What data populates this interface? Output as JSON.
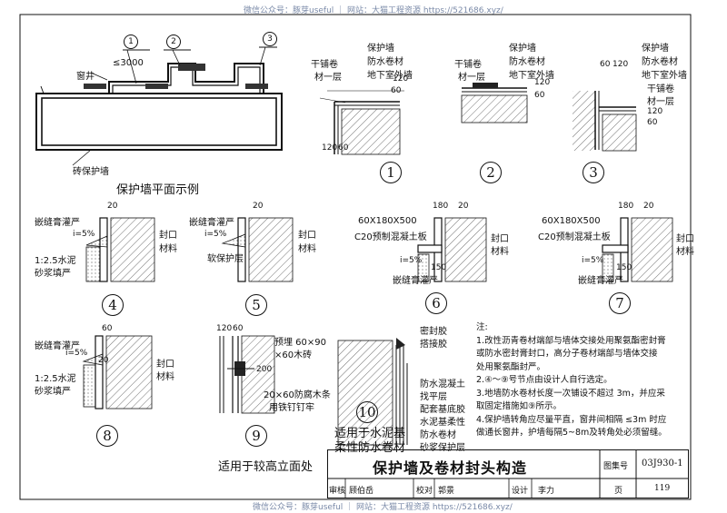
{
  "watermark_top": "微信公众号：豚芽useful ｜ 网站：大猫工程资源 https://521686.xyz/",
  "watermark_bottom": "微信公众号：豚芽useful ｜ 网站：大猫工程资源 https://521686.xyz/",
  "plan": {
    "caption": "保护墙平面示例",
    "window_well": "窗井",
    "dimension": "≤3000",
    "wall_label": "砖保护墙",
    "markers": [
      "1",
      "2",
      "3"
    ]
  },
  "details": {
    "d1": {
      "num": "1",
      "labels": [
        "保护墙",
        "防水卷材",
        "地下室外墙",
        "干铺卷",
        "材一层"
      ],
      "dims": [
        "60",
        "120",
        "120",
        "60"
      ]
    },
    "d2": {
      "num": "2",
      "labels": [
        "保护墙",
        "防水卷材",
        "地下室外墙",
        "干铺卷",
        "材一层"
      ],
      "dims": [
        "120",
        "60"
      ]
    },
    "d3": {
      "num": "3",
      "labels": [
        "保护墙",
        "防水卷材",
        "地下室外墙",
        "干铺卷",
        "材一层"
      ],
      "dims": [
        "60",
        "120",
        "120",
        "60"
      ]
    },
    "d4": {
      "num": "4",
      "labels": [
        "嵌缝膏灌严",
        "封口",
        "材料",
        "1:2.5水泥",
        "砂浆填严"
      ],
      "slope": "i=5%",
      "dims": [
        "20"
      ]
    },
    "d5": {
      "num": "5",
      "labels": [
        "嵌缝膏灌严",
        "封口",
        "材料",
        "软保护层"
      ],
      "slope": "i=5%",
      "dims": [
        "20"
      ]
    },
    "d6": {
      "num": "6",
      "labels": [
        "60X180X500",
        "C20预制混凝土板",
        "封口",
        "材料",
        "嵌缝膏灌严"
      ],
      "slope": "i=5%",
      "dims": [
        "180",
        "20",
        "150"
      ]
    },
    "d7": {
      "num": "7",
      "labels": [
        "60X180X500",
        "C20预制混凝土板",
        "封口",
        "材料",
        "嵌缝膏灌严"
      ],
      "slope": "i=5%",
      "dims": [
        "180",
        "20",
        "150"
      ]
    },
    "d8": {
      "num": "8",
      "labels": [
        "嵌缝膏灌严",
        "封口",
        "材料",
        "1:2.5水泥",
        "砂浆填严"
      ],
      "slope": "i=5%",
      "dims": [
        "60",
        "20"
      ]
    },
    "d9": {
      "num": "9",
      "labels": [
        "预埋 60×90",
        "×60木砖",
        "20×60防腐木条",
        "用铁钉钉牢"
      ],
      "caption": "适用于较高立面处",
      "dims": [
        "120",
        "60",
        "200"
      ]
    },
    "d10": {
      "num": "10",
      "labels": [
        "密封胶",
        "搭接胶",
        "防水混凝土",
        "找平层",
        "配套基底胶",
        "水泥基柔性",
        "防水卷材",
        "砂浆保护层"
      ],
      "caption_lines": [
        "适用于水泥基",
        "柔性防水卷材"
      ]
    }
  },
  "notes": {
    "title": "注:",
    "items": [
      "1.改性沥青卷材端部与墙体交接处用聚氨酯密封膏",
      "  或防水密封膏封口，高分子卷材端部与墙体交接",
      "  处用聚氨酯封严。",
      "2.④～⑨号节点由设计人自行选定。",
      "3.地墙防水卷材长度一次铺设不超过 3m，并应采",
      "  取固定措施如⑨所示。",
      "4.保护墙转角应尽量平直，窗井间相隔 ≤3m 时应",
      "  做通长窗井，护墙每隔5~8m及转角处必须留缝。"
    ]
  },
  "title_block": {
    "title": "保护墙及卷材封头构造",
    "atlas_label": "图集号",
    "atlas_no": "03J930-1",
    "review": "审核",
    "reviewer": "顾伯岳",
    "check": "校对",
    "checker": "郭景",
    "design": "设计",
    "designer": "李力",
    "page_label": "页",
    "page_no": "119"
  },
  "colors": {
    "ink": "#111111",
    "watermark": "#7a8aa8"
  }
}
